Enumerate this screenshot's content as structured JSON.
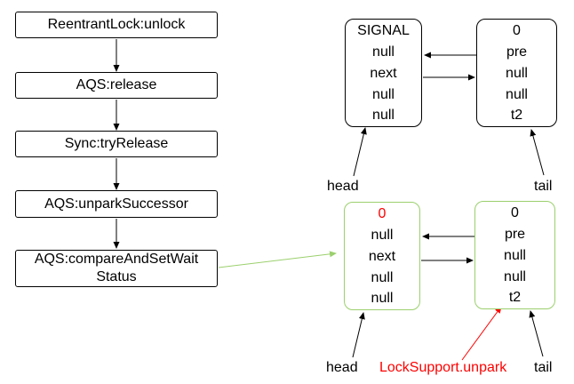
{
  "flow": {
    "steps": [
      "ReentrantLock:unlock",
      "AQS:release",
      "Sync:tryRelease",
      "AQS:unparkSuccessor"
    ],
    "last_step_line1": "AQS:compareAndSetWait",
    "last_step_line2": "Status"
  },
  "queue_before": {
    "head_node": [
      "SIGNAL",
      "null",
      "next",
      "null",
      "null"
    ],
    "tail_node": [
      "0",
      "pre",
      "null",
      "null",
      "t2"
    ],
    "head_label": "head",
    "tail_label": "tail"
  },
  "queue_after": {
    "head_node": [
      "0",
      "null",
      "next",
      "null",
      "null"
    ],
    "tail_node": [
      "0",
      "pre",
      "null",
      "null",
      "t2"
    ],
    "head_label": "head",
    "tail_label": "tail",
    "unpark_label": "LockSupport.unpark"
  },
  "colors": {
    "highlight": "#ff0000",
    "changed_border": "#9bd06d"
  }
}
